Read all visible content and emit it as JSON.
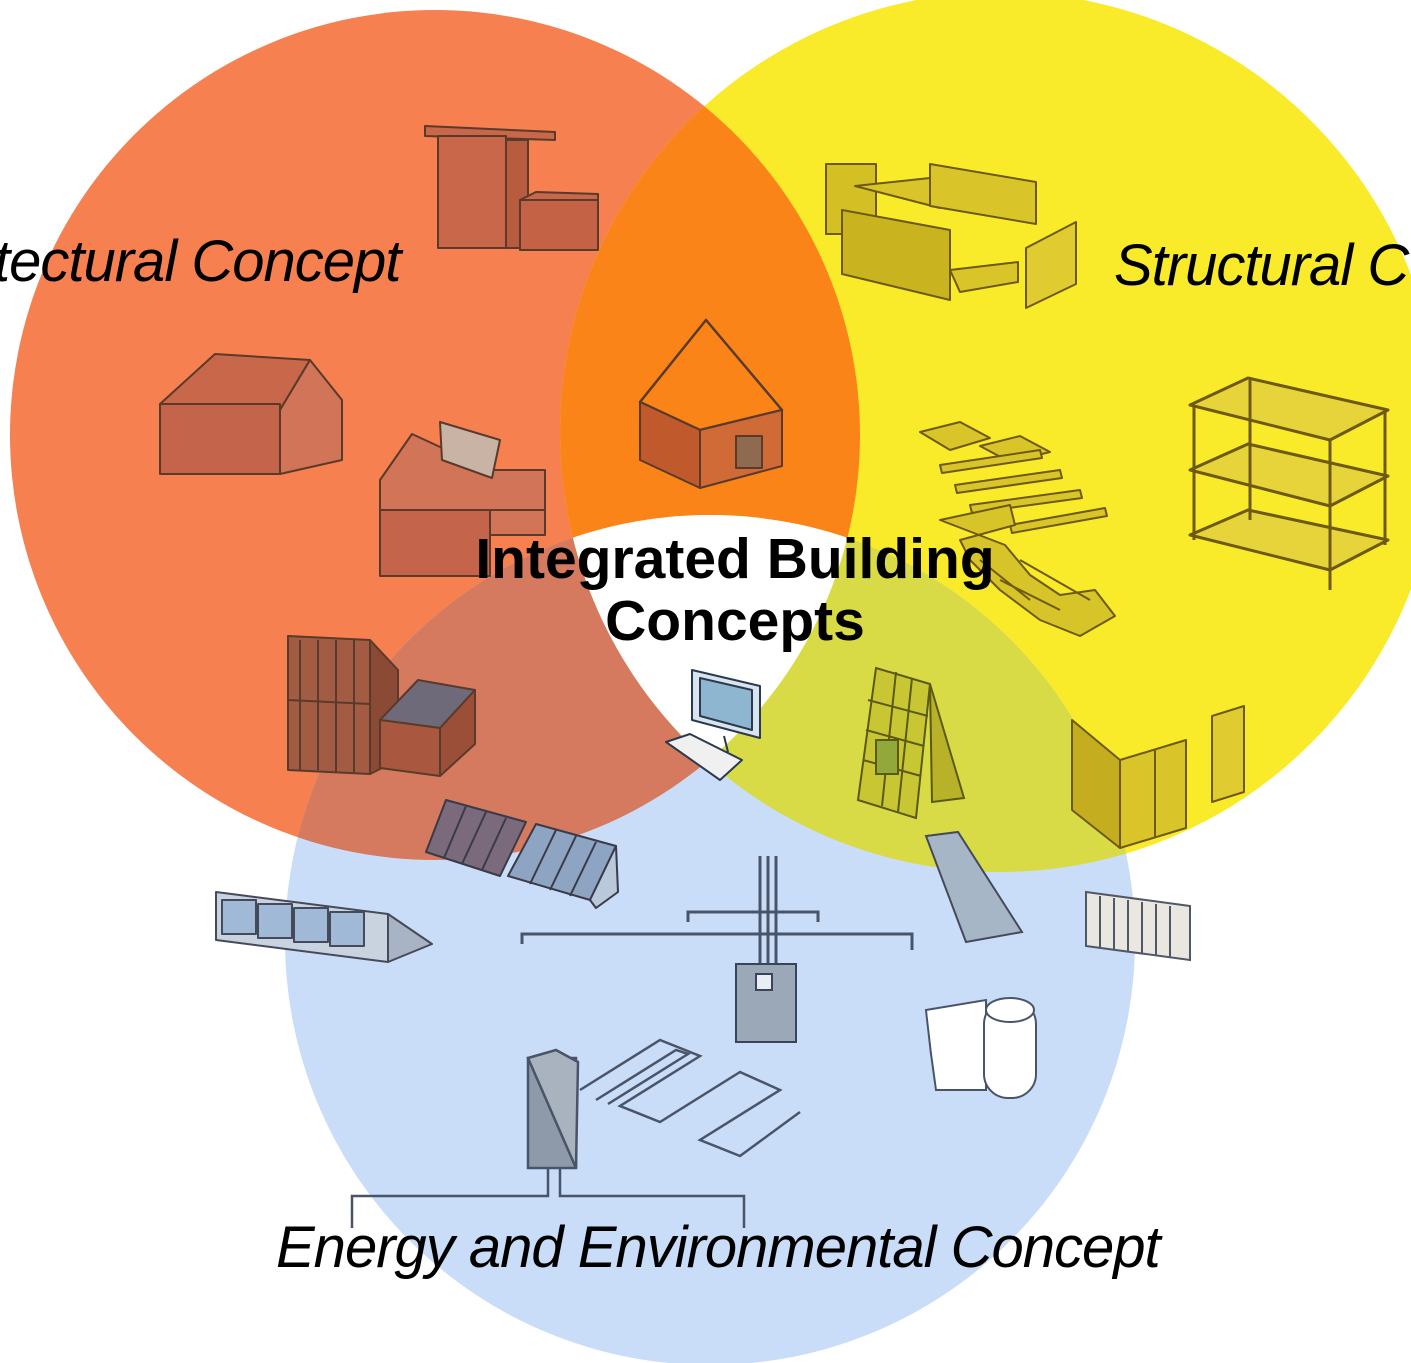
{
  "diagram": {
    "type": "venn",
    "center_title": {
      "line1": "Integrated Building",
      "line2": "Concepts"
    },
    "circles": [
      {
        "id": "architectural",
        "label": "tectural Concept",
        "color": "#f6744a"
      },
      {
        "id": "structural",
        "label": "Structural C",
        "color": "#f9e71a"
      },
      {
        "id": "energy",
        "label": "Energy and Environmental Concept",
        "color": "#c3d8f7"
      }
    ],
    "overlap_colors": {
      "architectural_structural": "#fb7d12",
      "architectural_energy": "#d46e56",
      "structural_energy": "#d6d83a",
      "center": "#ffffff"
    },
    "icons": [
      "tower-building-icon",
      "gable-house-icon",
      "skylight-house-icon",
      "pyramid-roof-house-icon",
      "wall-panels-icon",
      "frame-structure-icon",
      "floor-beams-icon",
      "stairs-icon",
      "glazed-facade-icon",
      "solar-box-icon",
      "computer-icon",
      "reinforcement-mesh-icon",
      "partition-walls-icon",
      "solar-panels-icon",
      "skylight-window-icon",
      "ventilation-ducts-icon",
      "solar-collector-icon",
      "radiator-icon",
      "control-box-icon",
      "insulation-roll-icon",
      "underfloor-heating-icon"
    ]
  }
}
